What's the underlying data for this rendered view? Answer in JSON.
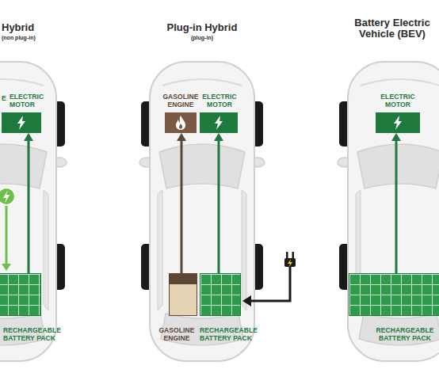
{
  "diagram": {
    "nodes": [
      {
        "text": [
          "ELECTRIC MOTOR"
        ]
      },
      {
        "text": [
          "RECHARGEABLE BATTERY PACK"
        ]
      },
      {
        "text": [
          "GASOLINE ENGINE"
        ]
      },
      {
        "text": [
          "ELECTRIC MOTOR"
        ]
      },
      {
        "text": [
          "GASOLINE ENGINE"
        ]
      },
      {
        "text": [
          "RECHARGEABLE BATTERY PACK"
        ]
      },
      {
        "text": [
          "ELECTRIC MOTOR"
        ]
      },
      {
        "text": [
          "RECHARGEABLE BATTERY PACK"
        ]
      }
    ],
    "edges": [
      {
        "from": 1,
        "to": 0,
        "arrow": "to"
      },
      {
        "from": 4,
        "to": 2,
        "arrow": "to"
      },
      {
        "from": 5,
        "to": 3,
        "arrow": "to"
      },
      {
        "from": 7,
        "to": 6,
        "arrow": "to"
      }
    ],
    "labels": [
      "Hybrid",
      "(non plug-in)",
      "E",
      "Plug-in Hybrid",
      "(plug-in)",
      "Battery Electric Vehicle (BEV)"
    ]
  }
}
